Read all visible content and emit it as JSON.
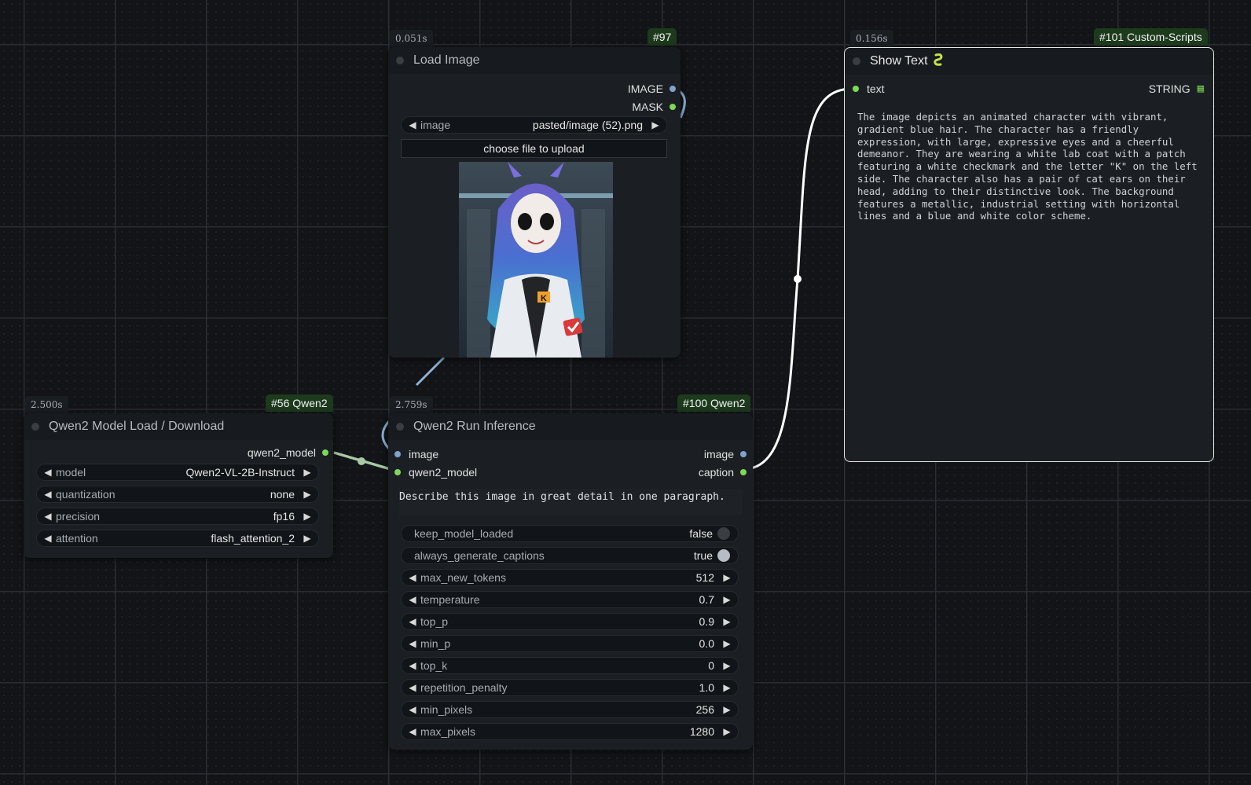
{
  "nodes": {
    "load_image": {
      "timing": "0.051s",
      "badge": "#97",
      "title": "Load Image",
      "outputs": [
        "IMAGE",
        "MASK"
      ],
      "image_widget": {
        "label": "image",
        "value": "pasted/image (52).png"
      },
      "upload_label": "choose file to upload"
    },
    "show_text": {
      "timing": "0.156s",
      "badge": "#101 Custom-Scripts",
      "title": "Show Text",
      "title_icon": "snake-icon",
      "input": "text",
      "output": "STRING",
      "content": "The image depicts an animated character with vibrant, gradient blue hair. The character has a friendly expression, with large, expressive eyes and a cheerful demeanor. They are wearing a white lab coat with a patch featuring a white checkmark and the letter \"K\" on the left side. The character also has a pair of cat ears on their head, adding to their distinctive look. The background features a metallic, industrial setting with horizontal lines and a blue and white color scheme."
    },
    "model_load": {
      "timing": "2.500s",
      "badge": "#56 Qwen2",
      "title": "Qwen2 Model Load / Download",
      "output": "qwen2_model",
      "widgets": [
        {
          "label": "model",
          "value": "Qwen2-VL-2B-Instruct"
        },
        {
          "label": "quantization",
          "value": "none"
        },
        {
          "label": "precision",
          "value": "fp16"
        },
        {
          "label": "attention",
          "value": "flash_attention_2"
        }
      ]
    },
    "run_inference": {
      "timing": "2.759s",
      "badge": "#100 Qwen2",
      "title": "Qwen2 Run Inference",
      "inputs": [
        "image",
        "qwen2_model"
      ],
      "outputs": [
        "image",
        "caption"
      ],
      "prompt": "Describe this image in great detail in one paragraph.",
      "toggles": [
        {
          "label": "keep_model_loaded",
          "value": "false",
          "on": false
        },
        {
          "label": "always_generate_captions",
          "value": "true",
          "on": true
        }
      ],
      "widgets": [
        {
          "label": "max_new_tokens",
          "value": "512"
        },
        {
          "label": "temperature",
          "value": "0.7"
        },
        {
          "label": "top_p",
          "value": "0.9"
        },
        {
          "label": "min_p",
          "value": "0.0"
        },
        {
          "label": "top_k",
          "value": "0"
        },
        {
          "label": "repetition_penalty",
          "value": "1.0"
        },
        {
          "label": "min_pixels",
          "value": "256"
        },
        {
          "label": "max_pixels",
          "value": "1280"
        }
      ]
    }
  },
  "colors": {
    "badge_bg": "#1d3a1d",
    "image_slot": "#7fa3c9",
    "model_slot": "#7ed957",
    "wire_image": "#8fb0d4",
    "wire_model": "#a9c9a4",
    "wire_text": "#ffffff"
  }
}
